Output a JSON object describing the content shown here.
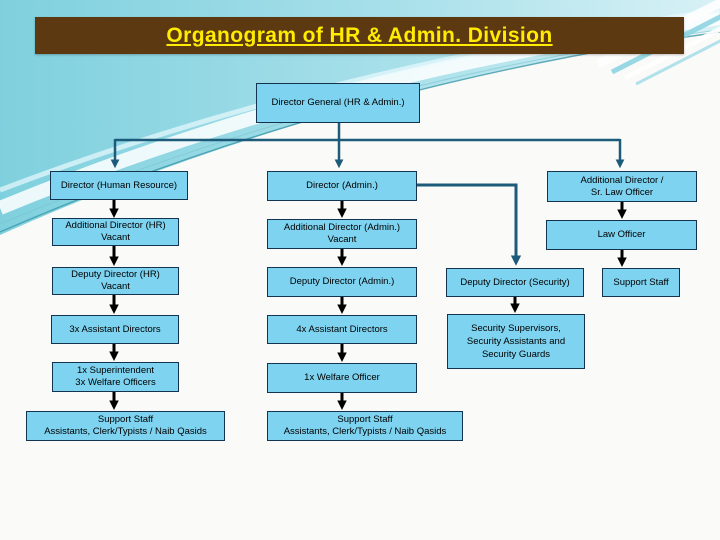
{
  "slide_title": "Organogram of HR & Admin. Division",
  "colors": {
    "title_bar": "#5D3911",
    "title_text": "#FFEC00",
    "box_fill": "#7ED3F0",
    "box_border": "#14334E",
    "connector_teal": "#1D5B7B",
    "arrow_black": "#000000",
    "background_cyan": "#7FD0DE"
  },
  "nodes": {
    "director_general": [
      "Director General (HR & Admin.)"
    ],
    "director_hr": [
      "Director (Human Resource)"
    ],
    "additional_director_hr": [
      "Additional Director (HR)",
      "Vacant"
    ],
    "deputy_director_hr": [
      "Deputy Director (HR)",
      "Vacant"
    ],
    "assistant_directors_hr": [
      "3x Assistant Directors"
    ],
    "superintendent_welfare_hr": [
      "1x Superintendent",
      "3x Welfare Officers"
    ],
    "support_staff_hr": [
      "Support Staff",
      "Assistants, Clerk/Typists / Naib Qasids"
    ],
    "director_admin": [
      "Director (Admin.)"
    ],
    "additional_director_admin": [
      "Additional Director (Admin.)",
      "Vacant"
    ],
    "deputy_director_admin": [
      "Deputy Director (Admin.)"
    ],
    "assistant_directors_admin": [
      "4x Assistant Directors"
    ],
    "welfare_officer_admin": [
      "1x Welfare Officer"
    ],
    "support_staff_admin": [
      "Support Staff",
      "Assistants, Clerk/Typists / Naib Qasids"
    ],
    "additional_director_law": [
      "Additional Director /",
      "Sr. Law Officer"
    ],
    "law_officer": [
      "Law Officer"
    ],
    "support_staff_law": [
      "Support Staff"
    ],
    "deputy_director_security": [
      "Deputy Director (Security)"
    ],
    "security_staff": [
      "Security Supervisors,",
      "Security Assistants and",
      "Security Guards"
    ]
  }
}
